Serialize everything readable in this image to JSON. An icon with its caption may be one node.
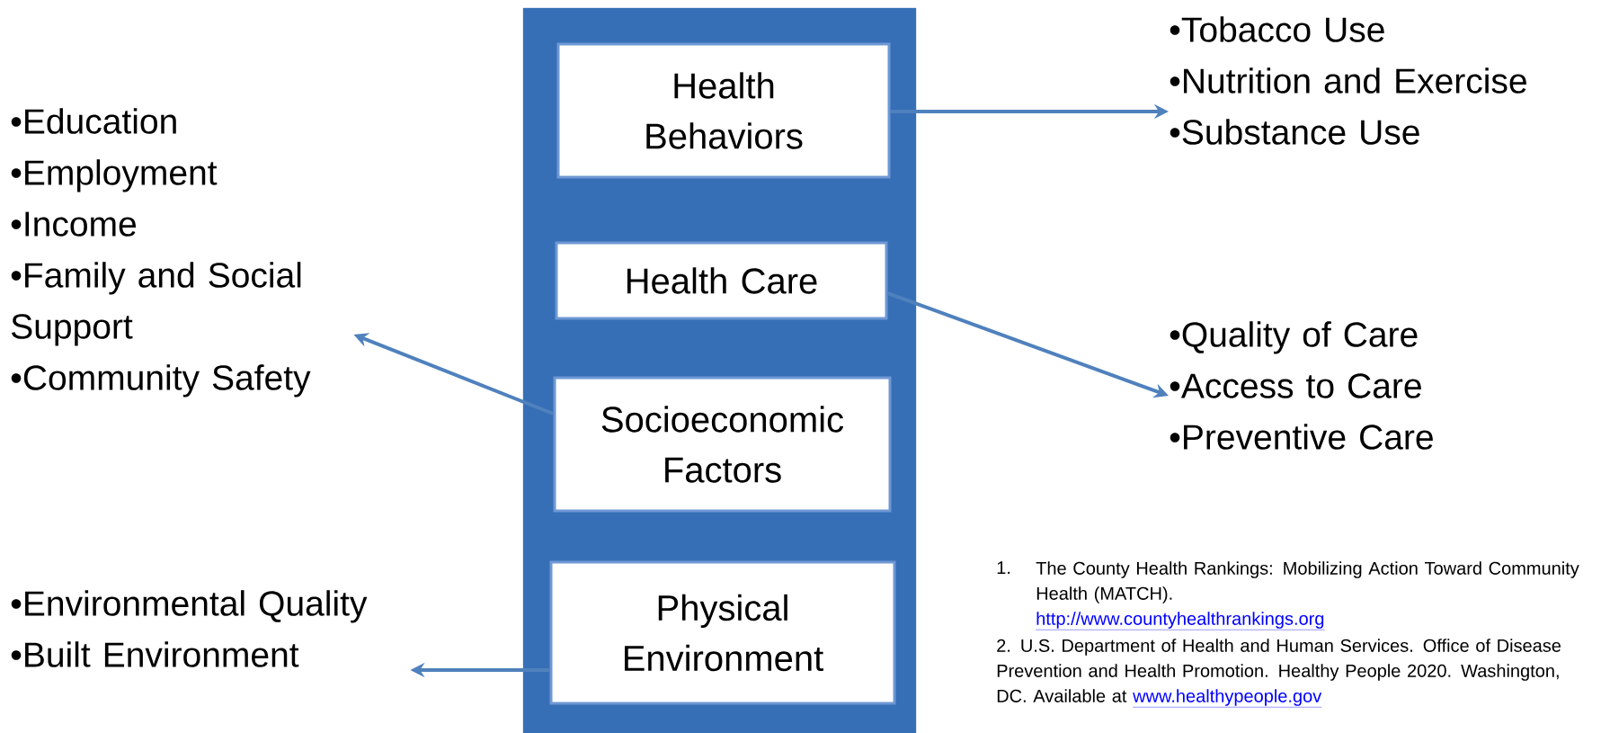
{
  "diagram": {
    "nodes": [
      {
        "text": [],
        "shape": "box"
      },
      {
        "text": [
          "Health Behaviors"
        ],
        "in": 0
      },
      {
        "text": [
          "Health Care"
        ],
        "in": 0
      },
      {
        "text": [
          "Socioeconomic Factors"
        ],
        "in": 0
      },
      {
        "text": [
          "Physical Environment"
        ],
        "in": 0
      },
      {
        "text": [
          "•Tobacco Use",
          "•Nutrition and Exercise",
          "•Substance Use"
        ]
      },
      {
        "text": [
          "•Education",
          "•Employment",
          "•Income",
          "•Family and Social Support",
          "•Community Safety"
        ]
      },
      {
        "text": [
          "•Quality of Care",
          "•Access to Care",
          "•Preventive Care"
        ]
      },
      {
        "text": [
          "•Environmental Quality",
          "•Built Environment"
        ]
      }
    ],
    "edges": [
      {
        "from": 1,
        "to": 5,
        "arrow": "to"
      },
      {
        "from": 2,
        "to": 7,
        "arrow": "to"
      },
      {
        "from": 3,
        "to": 6,
        "arrow": "to"
      },
      {
        "from": 4,
        "to": 8,
        "arrow": "to"
      }
    ],
    "labels": [
      "1.",
      "The County Health Rankings: Mobilizing Action Toward Community Health (MATCH).",
      "http://www.countyhealthrankings.org",
      "2. U.S. Department of Health and Human Services. Office of Disease Prevention and Health Promotion. Healthy People 2020. Washington, DC. Available at",
      "www.healthypeople.gov"
    ]
  }
}
